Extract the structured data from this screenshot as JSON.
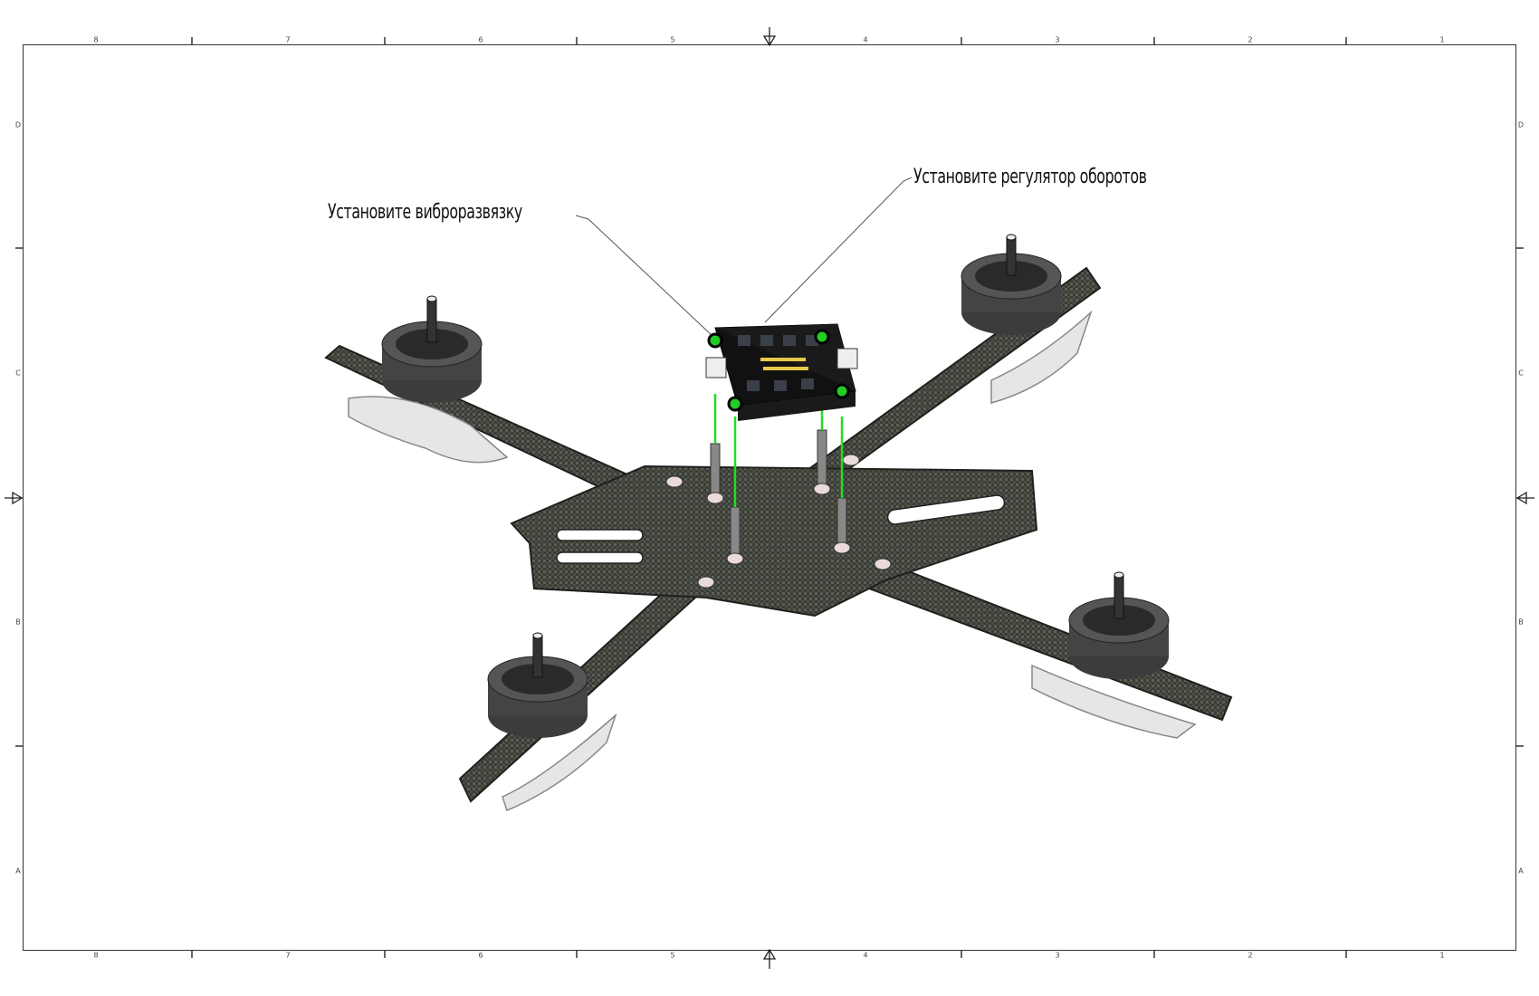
{
  "sheet": {
    "columns_top": [
      "8",
      "7",
      "6",
      "5",
      "4",
      "3",
      "2",
      "1"
    ],
    "columns_bottom": [
      "8",
      "7",
      "6",
      "5",
      "4",
      "3",
      "2",
      "1"
    ],
    "rows_left": [
      "D",
      "C",
      "B",
      "A"
    ],
    "rows_right": [
      "D",
      "C",
      "B",
      "A"
    ]
  },
  "callouts": {
    "damper": "Установите виброразвязку",
    "esc": "Установите регулятор оборотов"
  },
  "colors": {
    "carbon": "#3a3d36",
    "standoff_line": "#22dd22",
    "frame_line": "#333333"
  }
}
